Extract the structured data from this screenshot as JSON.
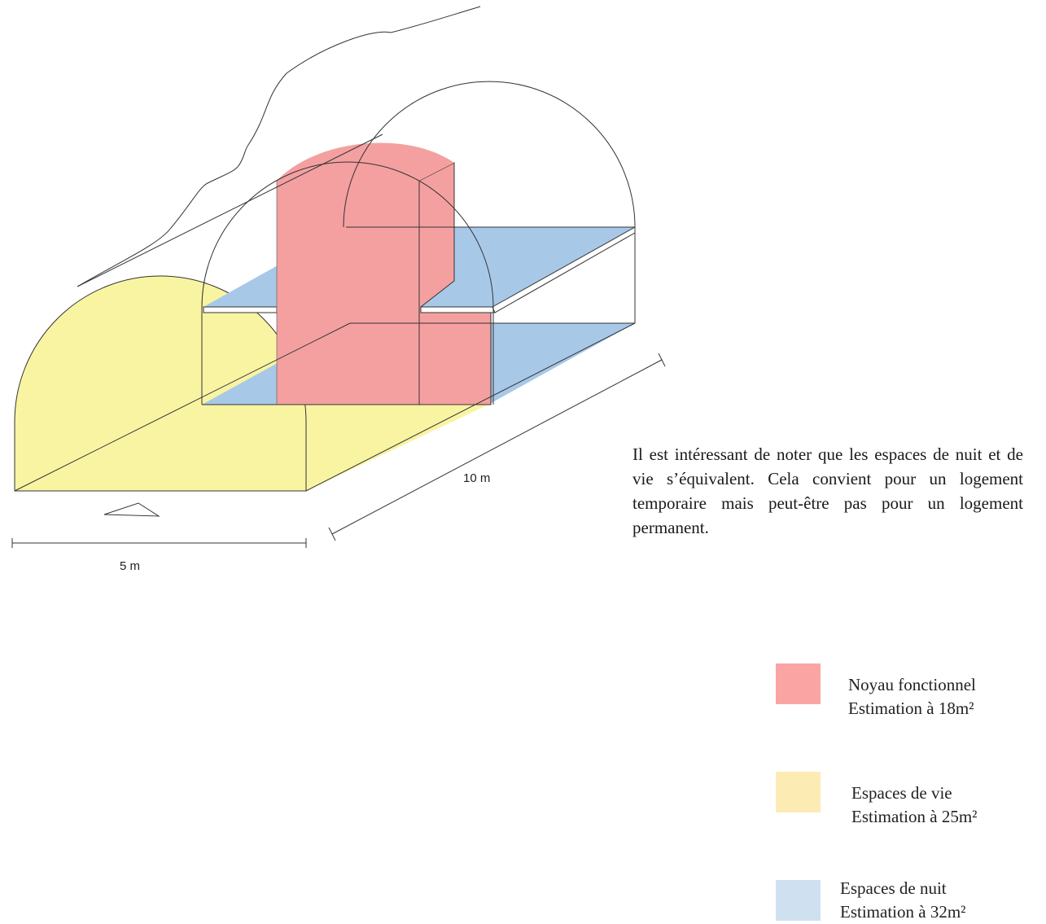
{
  "colors": {
    "noyau": "#F4A0A0",
    "vie": "#F8F4A2",
    "nuit": "#A8C8E8",
    "legend_noyau": "#FBA4A4",
    "legend_vie": "#FDEBB4",
    "legend_nuit": "#CFE0F1",
    "stroke": "#333333"
  },
  "legend": [
    {
      "key": "noyau",
      "line1": "Noyau fonctionnel",
      "line2": "Estimation à 18m²"
    },
    {
      "key": "vie",
      "line1": "Espaces de vie",
      "line2": "Estimation à 25m²"
    },
    {
      "key": "nuit",
      "line1": "Espaces de nuit",
      "line2": "Estimation à 32m²"
    }
  ],
  "dimensions": {
    "depth_label": "10 m",
    "width_label": "5 m"
  },
  "note": "Il est intéressant de noter que les espaces de nuit et de vie s’équivalent. Cela convient pour un logement temporaire mais peut-être pas pour un logement permanent."
}
